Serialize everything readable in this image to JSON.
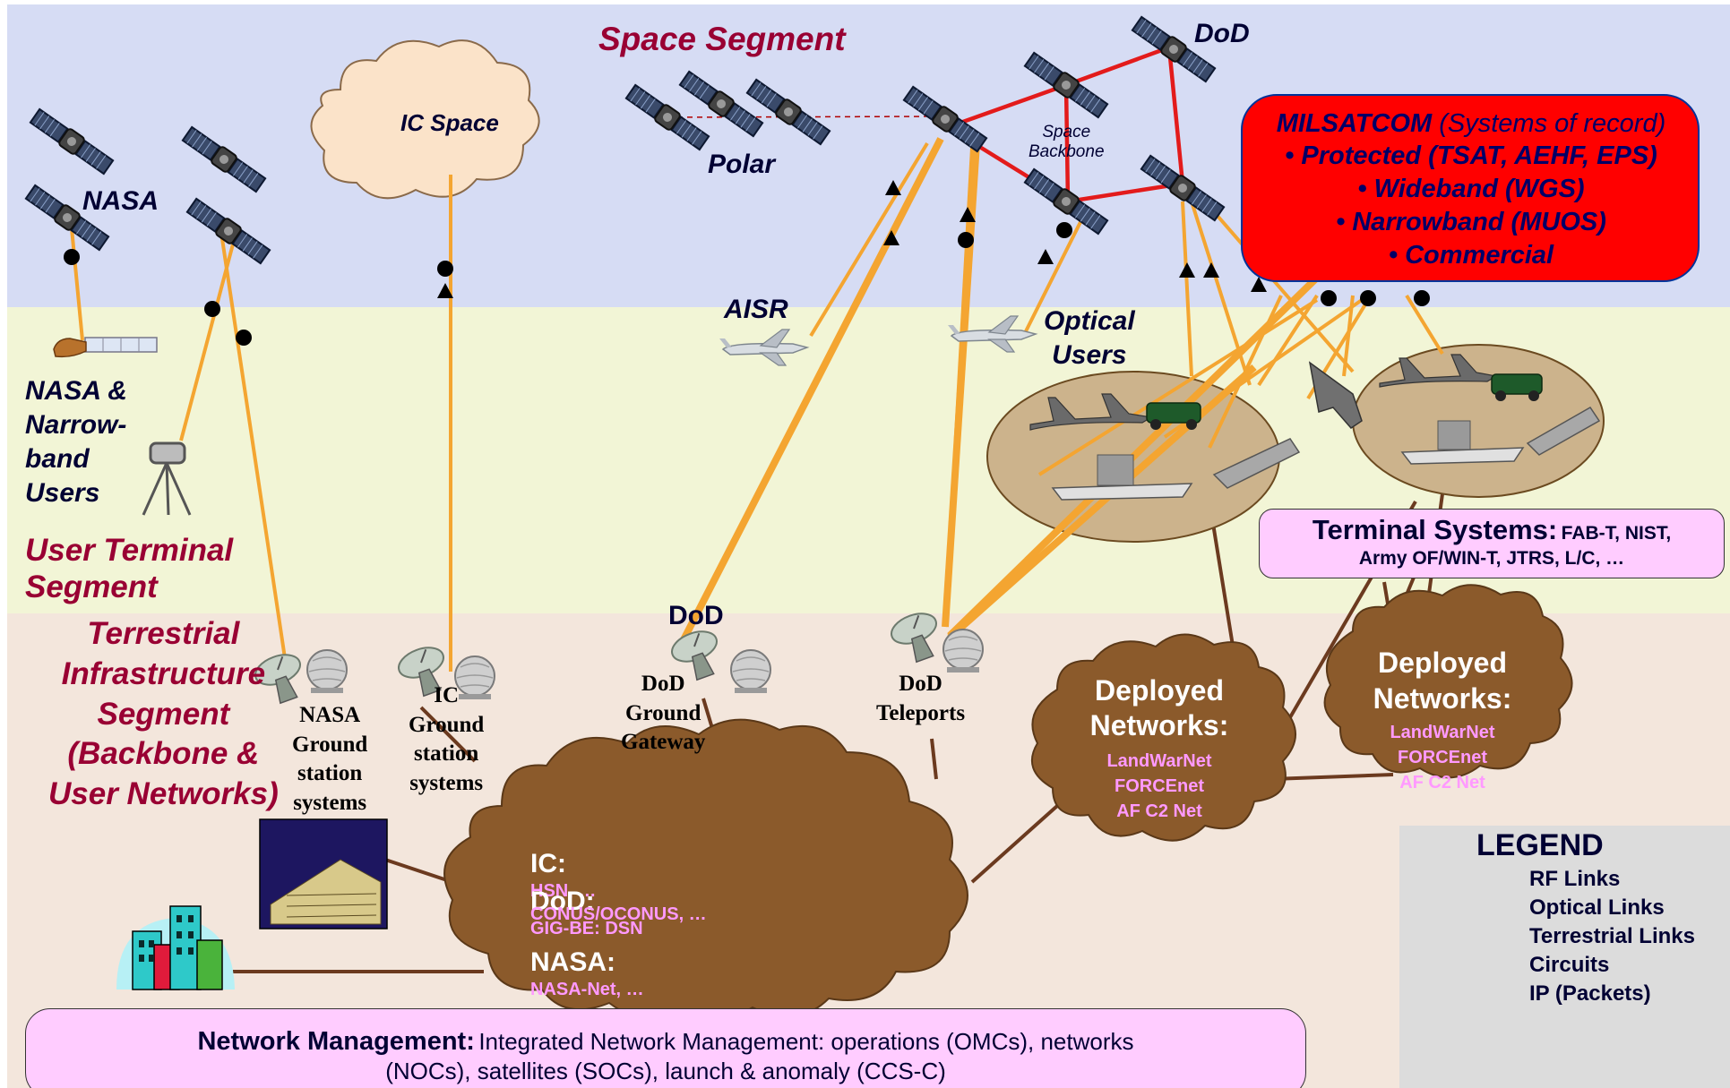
{
  "segments": {
    "space": "Space Segment",
    "user_terminal": "User Terminal\nSegment",
    "terrestrial": "Terrestrial\nInfrastructure\nSegment\n(Backbone &\nUser Networks)"
  },
  "labels": {
    "nasa": "NASA",
    "ic_space": "IC Space",
    "polar": "Polar",
    "dod_top": "DoD",
    "space_backbone": "Space\nBackbone",
    "aisr": "AISR",
    "optical_users": "Optical\nUsers",
    "nasa_users": "NASA &\nNarrow-\nband\nUsers",
    "dod_mid": "DoD"
  },
  "milsatcom": {
    "title": "MILSATCOM",
    "subtitle": "(Systems of record)",
    "items": [
      "• Protected (TSAT, AEHF, EPS)",
      "• Wideband (WGS)",
      "• Narrowband (MUOS)",
      "• Commercial"
    ]
  },
  "terminal_systems": {
    "title": "Terminal Systems:",
    "line1": "FAB-T, NIST,",
    "line2": "Army OF/WIN-T, JTRS, L/C, …"
  },
  "ground_sites": {
    "nasa": "NASA\nGround\nstation\nsystems",
    "ic": "IC\nGround\nstation\nsystems",
    "dod_gateway": "DoD\nGround\nGateway",
    "dod_teleports": "DoD\nTeleports"
  },
  "deployed_networks": [
    {
      "title": "Deployed\nNetworks:",
      "items": "LandWarNet\nFORCEnet\nAF C2 Net"
    },
    {
      "title": "Deployed\nNetworks:",
      "items": "LandWarNet\nFORCEnet\nAF C2 Net"
    }
  ],
  "backbone": {
    "ic_label": "IC:",
    "ic_value": "HSN, …",
    "dod_label": "DoD:",
    "dod_value": "GIG-BE: DSN",
    "dod_value2": "CONUS/OCONUS, …",
    "nasa_label": "NASA:",
    "nasa_value": "NASA-Net, …"
  },
  "network_management": {
    "title": "Network Management:",
    "line1": "Integrated Network Management: operations (OMCs), networks",
    "line2": "(NOCs), satellites (SOCs), launch & anomaly (CCS-C)"
  },
  "legend": {
    "title": "LEGEND",
    "items": [
      "RF Links",
      "Optical Links",
      "Terrestrial Links",
      "Circuits",
      "IP (Packets)"
    ]
  },
  "colors": {
    "space_bg": "#d6dcf4",
    "user_bg": "#f2f5d6",
    "terrestrial_bg": "#f3e6dc",
    "rf_link": "#f4a531",
    "optical_link": "#e31b1b",
    "circuit": "#6b3a1f",
    "cloud_brown": "#8b5a2b",
    "milsatcom_red": "#ff0000",
    "pink_box": "#ffccff",
    "legend_bg": "#dcdcdc"
  }
}
